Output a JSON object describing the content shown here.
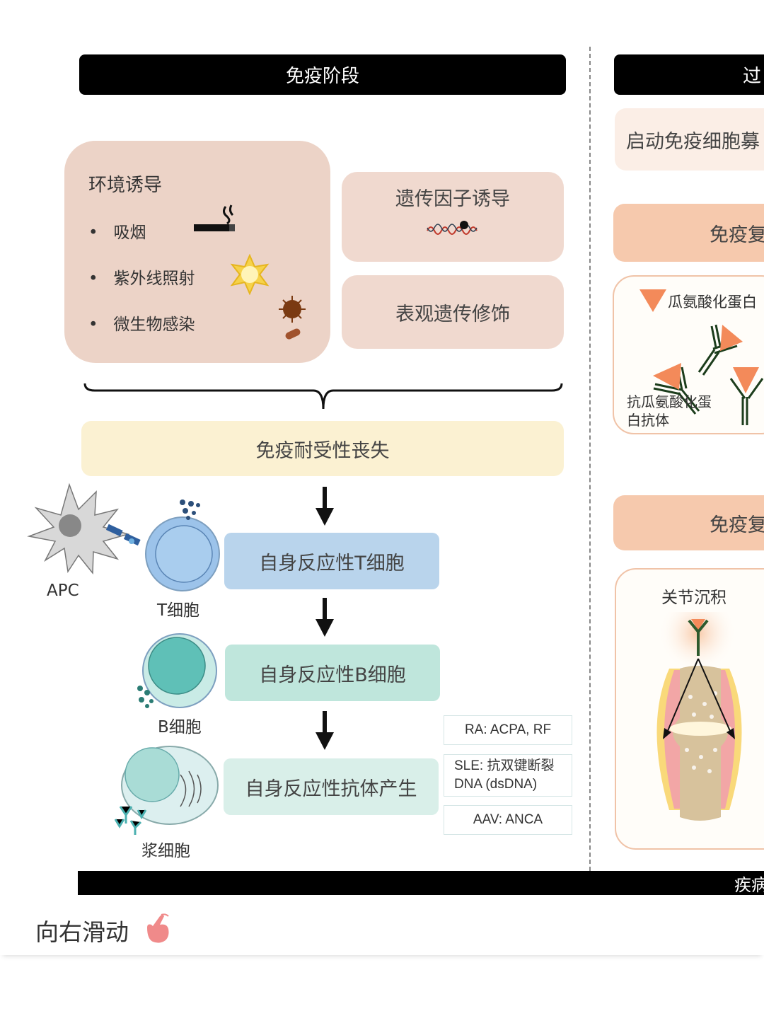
{
  "panels": {
    "left_header": "免疫阶段",
    "right_header": "过",
    "bottom_bar": "疾病"
  },
  "env": {
    "title": "环境诱导",
    "items": [
      "吸烟",
      "紫外线照射",
      "微生物感染"
    ]
  },
  "genetic": "遗传因子诱导",
  "epigenetic": "表观遗传修饰",
  "tolerance_loss": "免疫耐受性丧失",
  "flow": [
    "自身反应性T细胞",
    "自身反应性B细胞",
    "自身反应性抗体产生"
  ],
  "cells": {
    "apc": "APC",
    "t": "T细胞",
    "b": "B细胞",
    "plasma": "浆细胞"
  },
  "antibodies": [
    {
      "label": "RA: ACPA, RF"
    },
    {
      "label": "SLE: 抗双键断裂 DNA (dsDNA)"
    },
    {
      "label": "AAV: ANCA"
    }
  ],
  "right": {
    "start": "启动免疫细胞募",
    "complex1": "免疫复",
    "citrullinated": "瓜氨酸化蛋白",
    "acpa": "抗瓜氨酸化蛋白抗体",
    "complex2": "免疫复",
    "joint": "关节沉积"
  },
  "footer": {
    "swipe": "向右滑动"
  },
  "colors": {
    "env_box": "#ecd3c7",
    "genetic_box": "#f0d9cf",
    "tolerance": "#fbf1d2",
    "t_cell_box": "#b9d4ec",
    "b_cell_box": "#bfe6dc",
    "antibody_box": "#d9efe9",
    "complex": "#f6c9ad",
    "accent": "#f38a5a"
  }
}
